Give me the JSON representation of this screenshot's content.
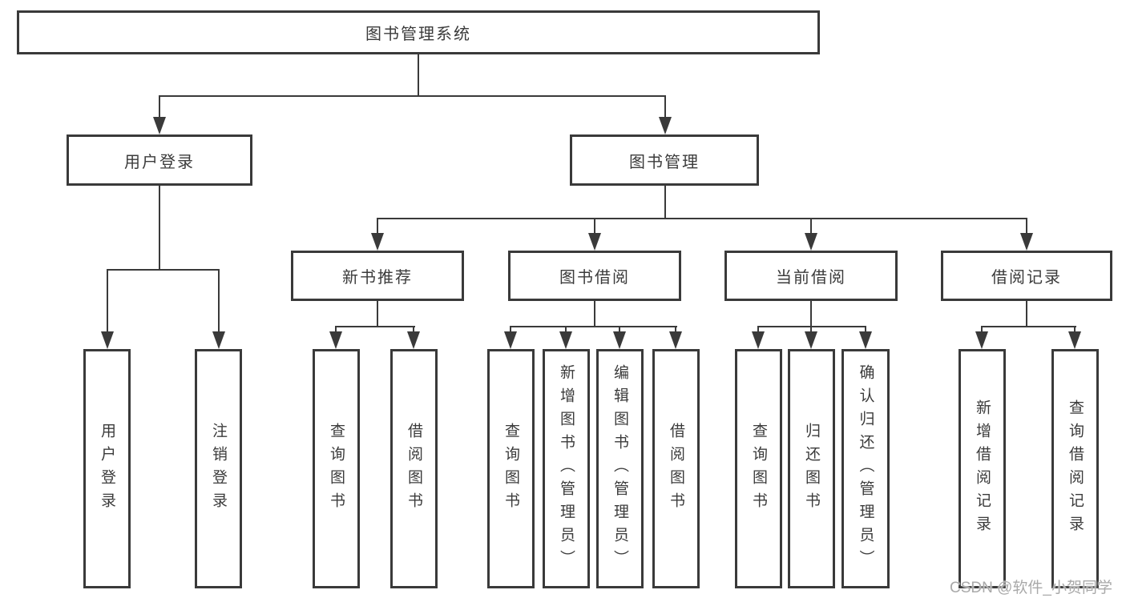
{
  "colors": {
    "line": "#3a3a3a",
    "text": "#3b3b3b",
    "background": "#ffffff",
    "watermark": "#a9a9a9"
  },
  "diagram": {
    "root": "图书管理系统",
    "level2": [
      {
        "label": "用户登录",
        "children": [
          "用户登录",
          "注销登录"
        ]
      },
      {
        "label": "图书管理",
        "children": [
          {
            "label": "新书推荐",
            "children": [
              "查询图书",
              "借阅图书"
            ]
          },
          {
            "label": "图书借阅",
            "children": [
              "查询图书",
              "新增图书（管理员）",
              "编辑图书（管理员）",
              "借阅图书"
            ]
          },
          {
            "label": "当前借阅",
            "children": [
              "查询图书",
              "归还图书",
              "确认归还（管理员）"
            ]
          },
          {
            "label": "借阅记录",
            "children": [
              "新增借阅记录",
              "查询借阅记录"
            ]
          }
        ]
      }
    ]
  },
  "watermark": {
    "text": "CSDN @软件_小贺同学"
  }
}
